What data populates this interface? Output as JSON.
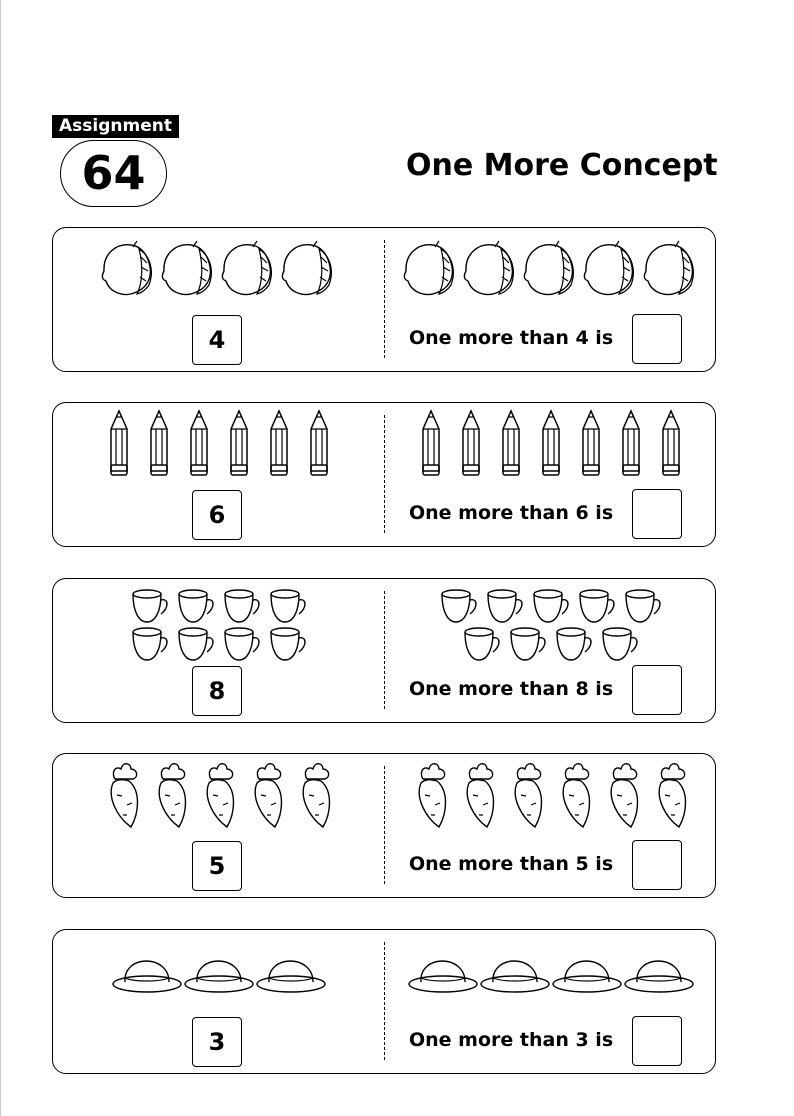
{
  "header": {
    "badge": "Assignment",
    "number": "64",
    "title": "One More Concept"
  },
  "rows": [
    {
      "object": "mango",
      "count": 4,
      "more_count": 5,
      "number": "4",
      "prompt": "One more than 4 is"
    },
    {
      "object": "pencil",
      "count": 6,
      "more_count": 7,
      "number": "6",
      "prompt": "One more than 6 is"
    },
    {
      "object": "cup",
      "count": 8,
      "more_count": 9,
      "number": "8",
      "prompt": "One more than 8 is"
    },
    {
      "object": "carrot",
      "count": 5,
      "more_count": 6,
      "number": "5",
      "prompt": "One more than 5 is"
    },
    {
      "object": "hat",
      "count": 3,
      "more_count": 4,
      "number": "3",
      "prompt": "One more than 3 is"
    }
  ]
}
